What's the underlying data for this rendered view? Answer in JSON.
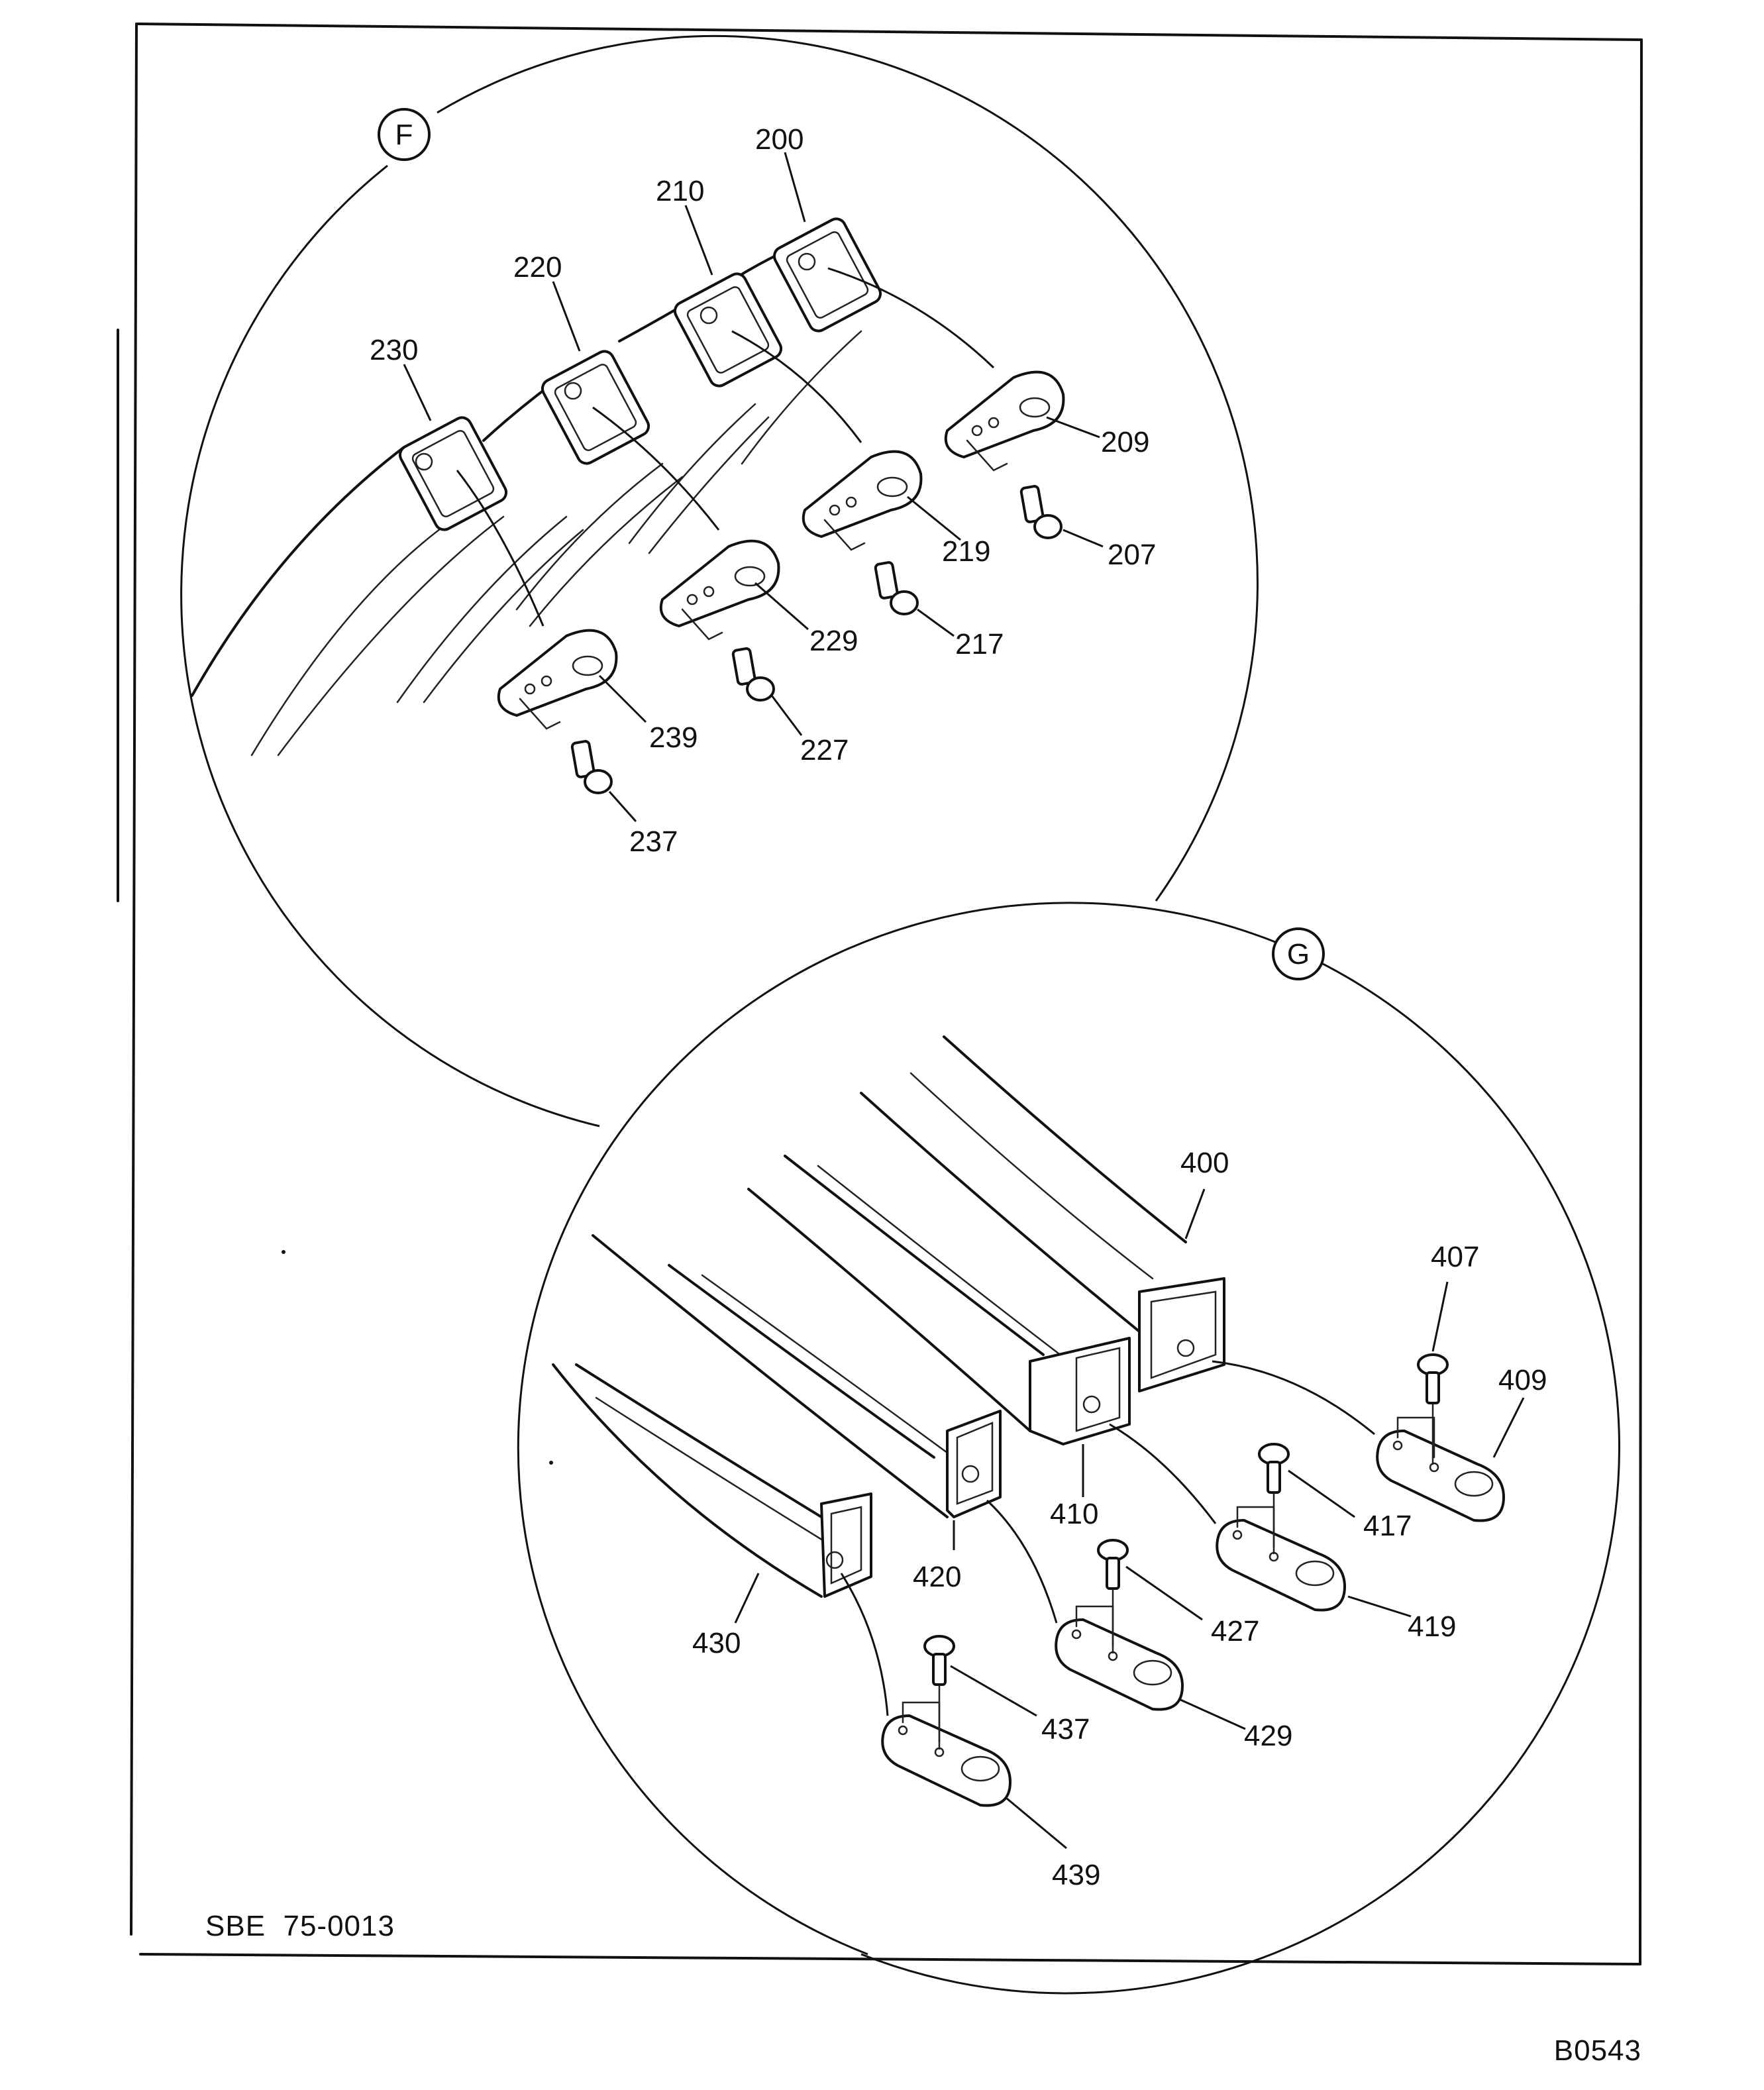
{
  "detail_views": [
    {
      "id": "F",
      "label": "F"
    },
    {
      "id": "G",
      "label": "G"
    }
  ],
  "view_f_labels": [
    "200",
    "210",
    "220",
    "230",
    "209",
    "207",
    "219",
    "217",
    "229",
    "227",
    "239",
    "237"
  ],
  "view_g_labels": [
    "400",
    "407",
    "409",
    "410",
    "417",
    "419",
    "420",
    "427",
    "429",
    "430",
    "437",
    "439"
  ],
  "document_ref": "SBE  75-0013",
  "figure_code": "B0543"
}
